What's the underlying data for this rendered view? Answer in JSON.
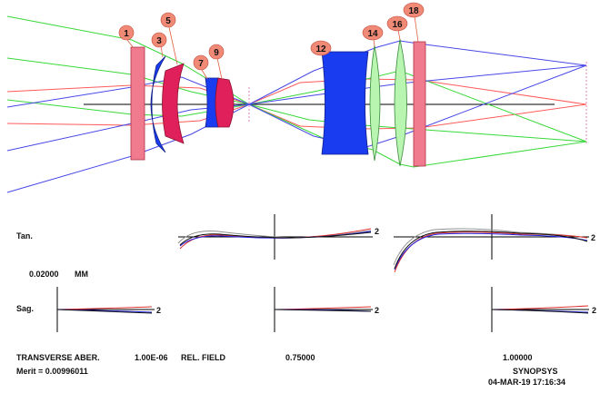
{
  "lens_labels": [
    "1",
    "3",
    "5",
    "7",
    "9",
    "12",
    "14",
    "16",
    "18"
  ],
  "plot": {
    "tan_label": "Tan.",
    "sag_label": "Sag.",
    "scale_value": "0.02000",
    "scale_unit": "MM",
    "curve_number": "2"
  },
  "footer": {
    "title": "TRANSVERSE ABER.",
    "wavelength_value": "1.00E-06",
    "rel_field_label": "REL. FIELD",
    "field_mid": "0.75000",
    "field_full": "1.00000",
    "merit": "Merit = 0.00996011",
    "app_name": "SYNOPSYS",
    "date_time": "04-MAR-19  17:16:34"
  },
  "colors": {
    "ray_red": "#ff5a5a",
    "ray_green": "#38d838",
    "ray_blue": "#4848e8",
    "lens_pink": "#f07a8e",
    "lens_crimson": "#e0205a",
    "lens_blue": "#1a3cf0",
    "lens_light_green": "#b8f5b0",
    "label_bubble": "#f08a76",
    "curve_red": "#e03030",
    "curve_blue": "#2020e0",
    "curve_gray": "#909090"
  }
}
